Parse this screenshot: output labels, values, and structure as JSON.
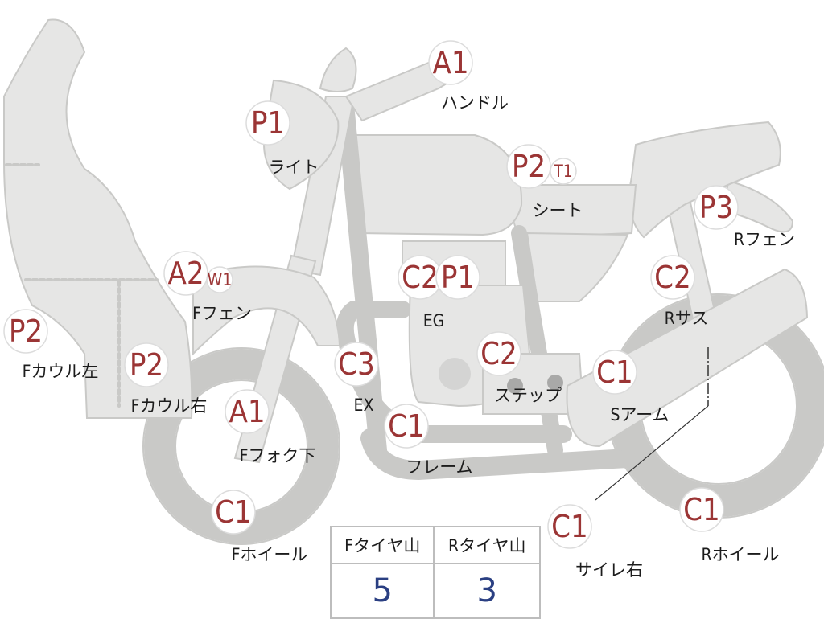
{
  "badges": [
    {
      "text": "A1",
      "type": "large"
    },
    {
      "text": "P1",
      "type": "large"
    },
    {
      "text": "P2",
      "type": "large"
    },
    {
      "text": "T1",
      "type": "small"
    },
    {
      "text": "P3",
      "type": "large"
    },
    {
      "text": "C2",
      "type": "large"
    },
    {
      "text": "P1",
      "type": "large"
    },
    {
      "text": "C2",
      "type": "large"
    },
    {
      "text": "A2",
      "type": "large"
    },
    {
      "text": "W1",
      "type": "small"
    },
    {
      "text": "P2",
      "type": "large"
    },
    {
      "text": "P2",
      "type": "large"
    },
    {
      "text": "C3",
      "type": "large"
    },
    {
      "text": "C2",
      "type": "large"
    },
    {
      "text": "C1",
      "type": "large"
    },
    {
      "text": "A1",
      "type": "large"
    },
    {
      "text": "C1",
      "type": "large"
    },
    {
      "text": "C1",
      "type": "large"
    },
    {
      "text": "C1",
      "type": "large"
    },
    {
      "text": "C1",
      "type": "large"
    }
  ],
  "labels": [
    "ハンドル",
    "ライト",
    "シート",
    "Rフェン",
    "Rサス",
    "EG",
    "Fフェン",
    "Fカウル左",
    "Fカウル右",
    "EX",
    "ステップ",
    "Sアーム",
    "Fフォク下",
    "フレーム",
    "Fホイール",
    "サイレ右",
    "Rホイール"
  ],
  "tire_table": {
    "headers": [
      "Fタイヤ山",
      "Rタイヤ山"
    ],
    "values": [
      "5",
      "3"
    ]
  },
  "colors": {
    "part_fill": "#e6e6e5",
    "part_stroke": "#c9c9c7",
    "badge_text": "#9b3535",
    "table_value": "#2a3f82",
    "label_text": "#1c1c1c"
  }
}
